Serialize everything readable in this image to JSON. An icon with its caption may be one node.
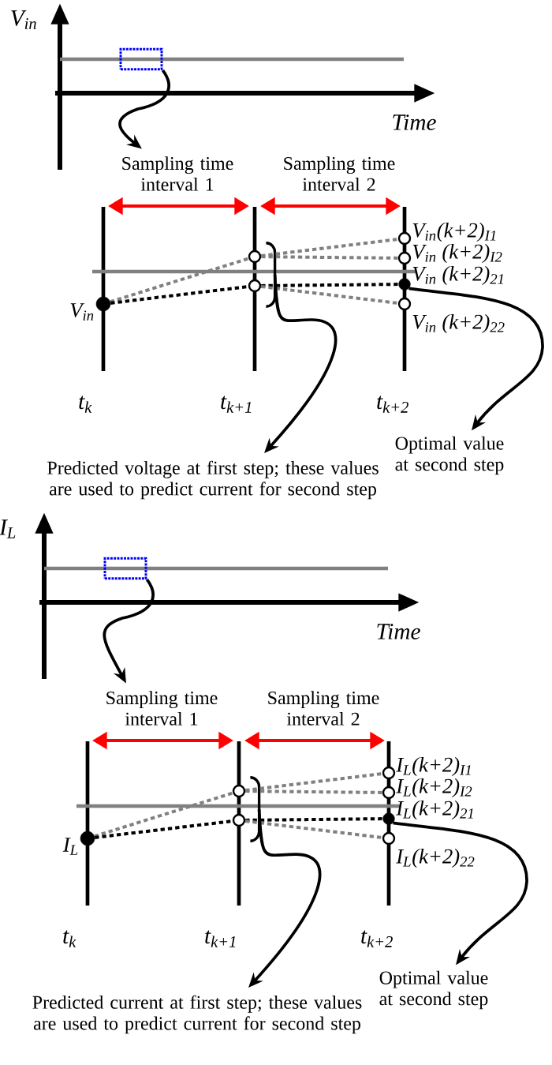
{
  "diagram": {
    "nodes": [
      {
        "text": [],
        "shape": "box"
      },
      {
        "text": [
          "Sampling time interval 1"
        ]
      },
      {
        "text": [
          "Sampling time interval 2"
        ]
      },
      {
        "text": [],
        "shape": "circle",
        "beside": [
          "V$_{in}$"
        ]
      },
      {
        "text": [],
        "shape": "circle"
      },
      {
        "text": [],
        "shape": "circle"
      },
      {
        "text": [],
        "shape": "bracket"
      },
      {
        "text": [],
        "shape": "circle",
        "beside": [
          "V$_{in}$(k+2)$_{I1}$"
        ]
      },
      {
        "text": [],
        "shape": "circle",
        "beside": [
          "V$_{in}$ (k+2)$_{I2}$"
        ]
      },
      {
        "text": [],
        "shape": "circle",
        "beside": [
          "V$_{in}$ (k+2)$_{21}$"
        ]
      },
      {
        "text": [],
        "shape": "circle",
        "beside": [
          "V$_{in}$ (k+2)$_{22}$"
        ]
      },
      {
        "text": [
          "Predicted voltage at first step; these values are used to predict current for second step"
        ]
      },
      {
        "text": [
          "Optimal value at second step"
        ]
      },
      {
        "text": [],
        "shape": "box"
      },
      {
        "text": [
          "Sampling time interval 1"
        ]
      },
      {
        "text": [
          "Sampling time interval 2"
        ]
      },
      {
        "text": [],
        "shape": "circle",
        "beside": [
          "I$_{L}$"
        ]
      },
      {
        "text": [],
        "shape": "circle"
      },
      {
        "text": [],
        "shape": "circle"
      },
      {
        "text": [],
        "shape": "bracket"
      },
      {
        "text": [],
        "shape": "circle",
        "beside": [
          "I$_{L}$(k+2)$_{I1}$"
        ]
      },
      {
        "text": [],
        "shape": "circle",
        "beside": [
          "I$_{L}$(k+2)$_{I2}$"
        ]
      },
      {
        "text": [],
        "shape": "circle",
        "beside": [
          "I$_{L}$(k+2)$_{21}$"
        ]
      },
      {
        "text": [],
        "shape": "circle",
        "beside": [
          "I$_{L}$(k+2)$_{22}$"
        ]
      },
      {
        "text": [
          "Predicted current at first step; these values are used to predict current for second step"
        ]
      },
      {
        "text": [
          "Optimal value at second step"
        ]
      }
    ],
    "edges": [
      {
        "from": 0,
        "to": 1,
        "arrow": "to"
      },
      {
        "from": 3,
        "to": 4,
        "arrow": "none",
        "style": "dashed",
        "color": "#808080"
      },
      {
        "from": 3,
        "to": 5,
        "arrow": "none",
        "style": "dashed"
      },
      {
        "from": 4,
        "to": 7,
        "arrow": "none",
        "style": "dashed",
        "color": "#808080"
      },
      {
        "from": 4,
        "to": 8,
        "arrow": "none",
        "style": "dashed",
        "color": "#808080"
      },
      {
        "from": 5,
        "to": 9,
        "arrow": "none",
        "style": "dashed"
      },
      {
        "from": 5,
        "to": 10,
        "arrow": "none",
        "style": "dashed",
        "color": "#808080"
      },
      {
        "from": 6,
        "to": 11,
        "arrow": "to"
      },
      {
        "from": 9,
        "to": 12,
        "arrow": "to"
      },
      {
        "from": 13,
        "to": 14,
        "arrow": "to"
      },
      {
        "from": 16,
        "to": 17,
        "arrow": "none",
        "style": "dashed",
        "color": "#808080"
      },
      {
        "from": 16,
        "to": 18,
        "arrow": "none",
        "style": "dashed"
      },
      {
        "from": 17,
        "to": 20,
        "arrow": "none",
        "style": "dashed",
        "color": "#808080"
      },
      {
        "from": 17,
        "to": 21,
        "arrow": "none",
        "style": "dashed",
        "color": "#808080"
      },
      {
        "from": 18,
        "to": 22,
        "arrow": "none",
        "style": "dashed"
      },
      {
        "from": 18,
        "to": 23,
        "arrow": "none",
        "style": "dashed",
        "color": "#808080"
      },
      {
        "from": 19,
        "to": 24,
        "arrow": "to"
      },
      {
        "from": 22,
        "to": 25,
        "arrow": "to"
      }
    ],
    "labels": [
      "V$_{in}$",
      "Time",
      "t$_{k}$",
      "t$_{k+1}$",
      "t$_{k+2}$",
      "I$_{L}$",
      "Time",
      "t$_{k}$",
      "t$_{k+1}$",
      "t$_{k+2}$"
    ]
  }
}
